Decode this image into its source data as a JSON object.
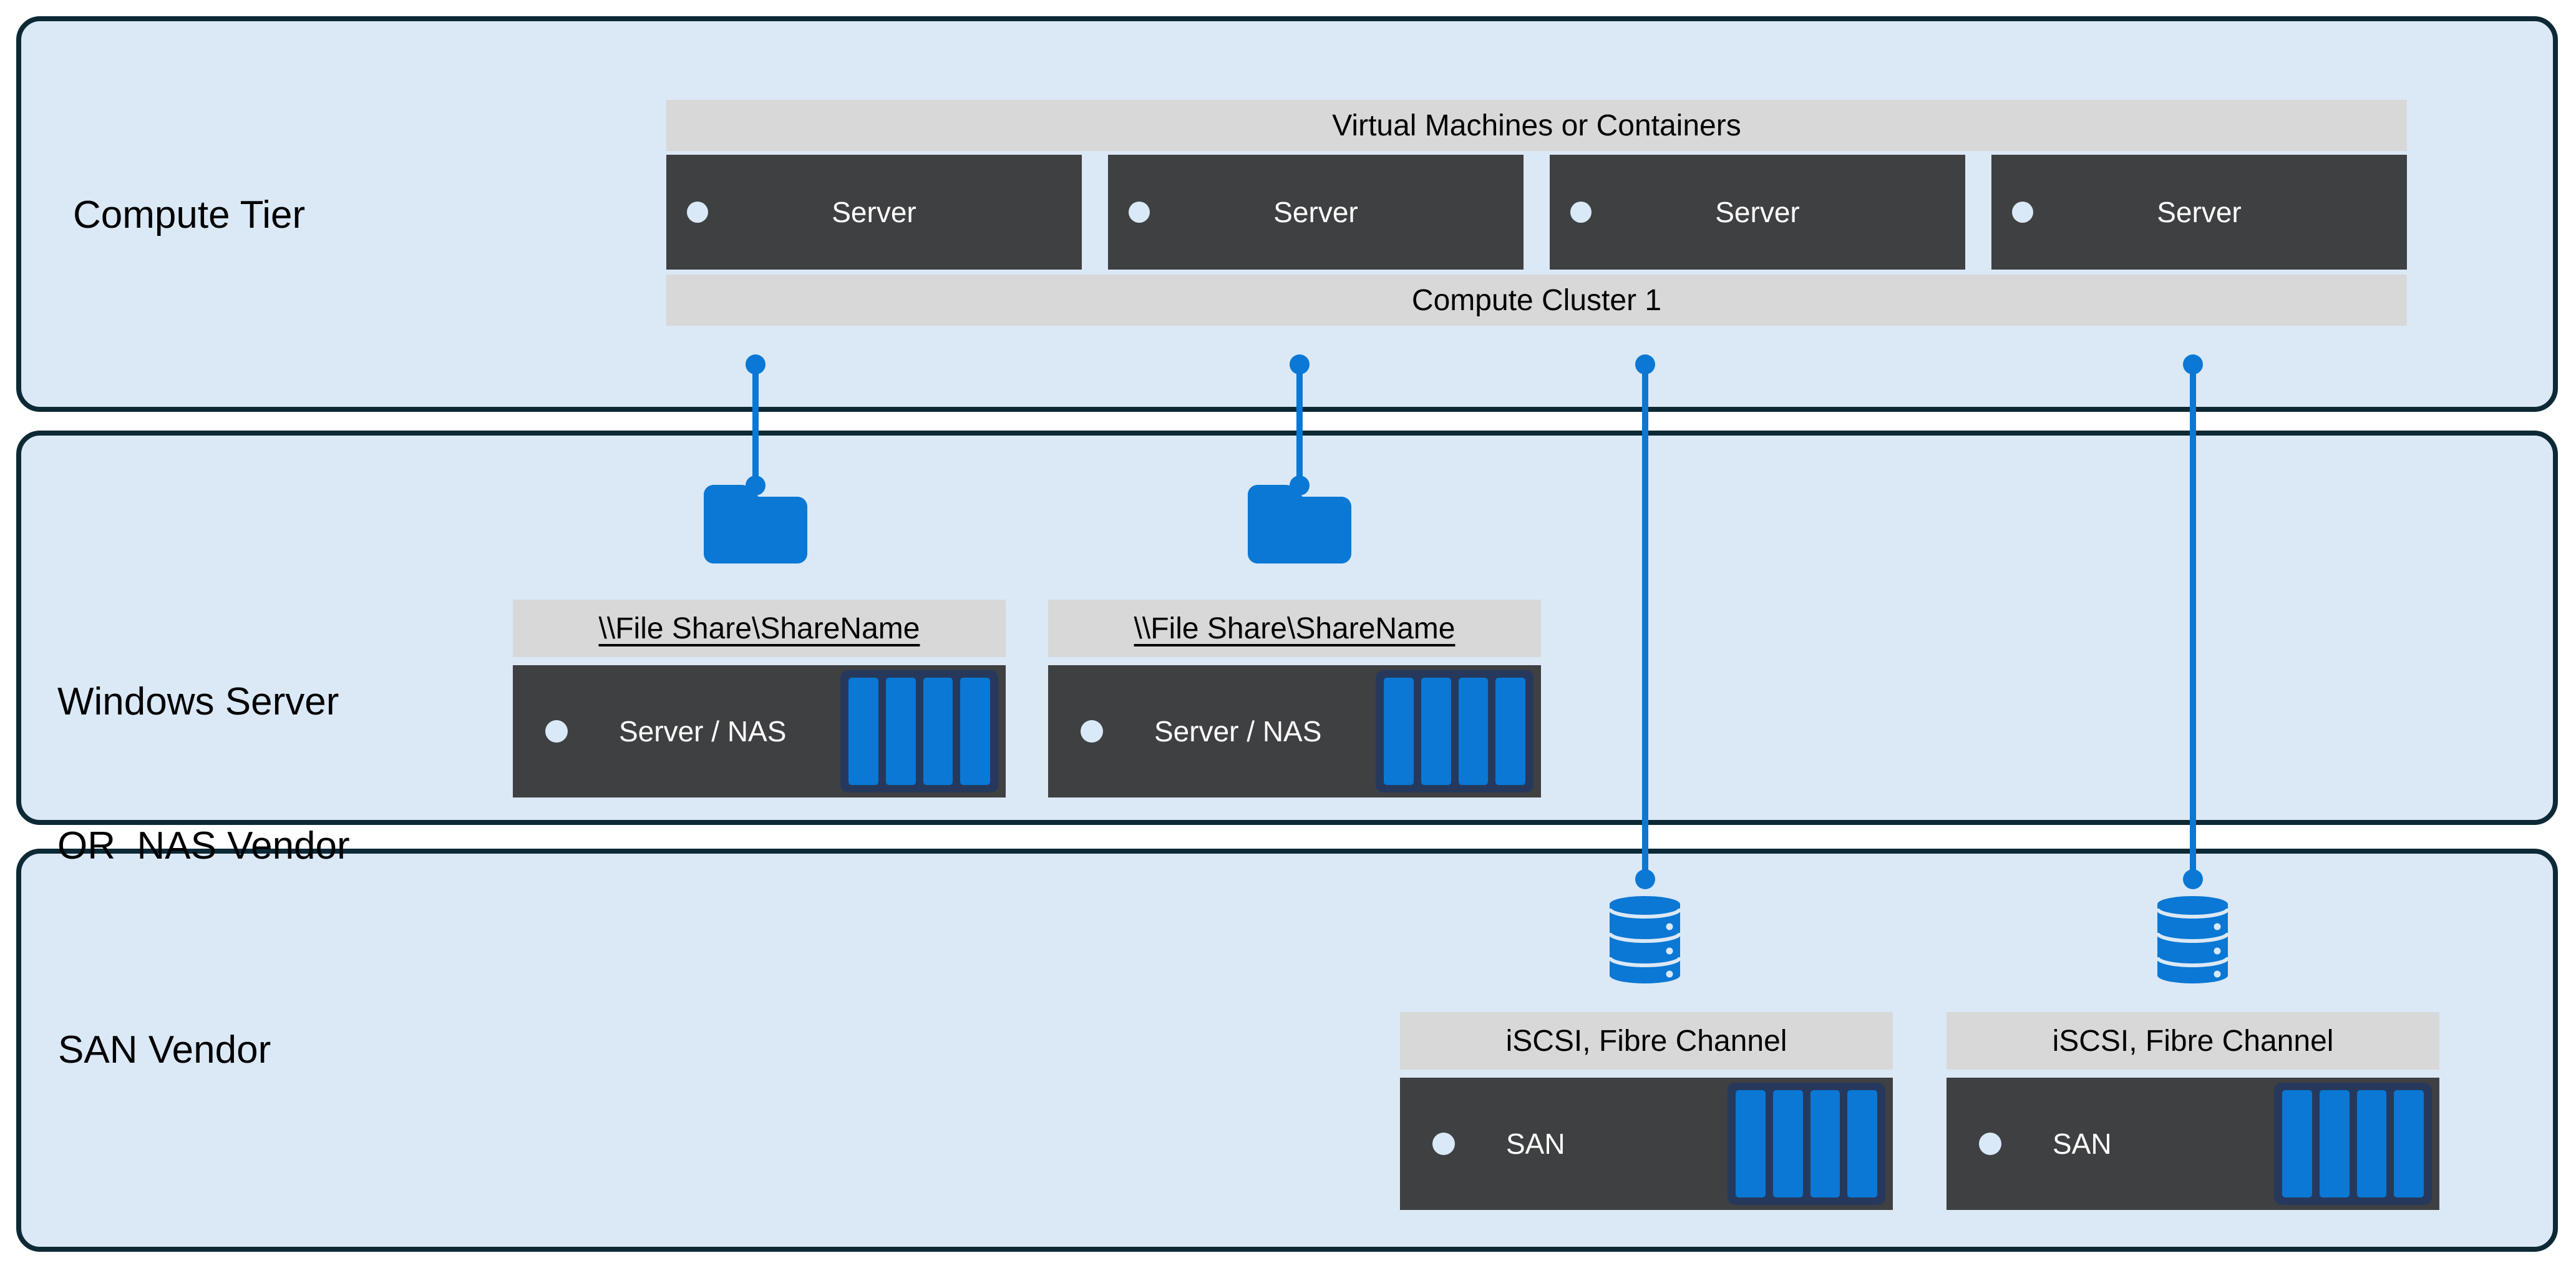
{
  "colors": {
    "accent_blue": "#0a78d4",
    "tier_fill": "#dbe8f6",
    "tier_border": "#0d2936",
    "dark_box": "#3f4042",
    "gray_bar": "#d8d8d8",
    "disk_navy": "#26395c",
    "bullet_dot": "#d9e9f8",
    "text_dark": "#000000",
    "text_light": "#ffffff"
  },
  "icons": {
    "folder": "folder-icon",
    "database": "database-icon",
    "disk_array": "disk-array-icon",
    "bullet": "bullet-dot-icon",
    "connector": "connector-dot"
  },
  "tiers": {
    "compute": {
      "label": "Compute Tier"
    },
    "file": {
      "label_line1": "Windows Server",
      "label_line2": "OR  NAS Vendor"
    },
    "san": {
      "label": "SAN Vendor"
    }
  },
  "compute": {
    "top_bar": "Virtual Machines or Containers",
    "servers": [
      {
        "label": "Server"
      },
      {
        "label": "Server"
      },
      {
        "label": "Server"
      },
      {
        "label": "Server"
      }
    ],
    "bottom_bar": "Compute Cluster 1"
  },
  "nas": {
    "shares": [
      {
        "header": "\\\\File Share\\ShareName",
        "label": "Server / NAS"
      },
      {
        "header": "\\\\File Share\\ShareName",
        "label": "Server / NAS"
      }
    ]
  },
  "san": {
    "arrays": [
      {
        "header": "iSCSI, Fibre Channel",
        "label": "SAN"
      },
      {
        "header": "iSCSI, Fibre Channel",
        "label": "SAN"
      }
    ]
  }
}
